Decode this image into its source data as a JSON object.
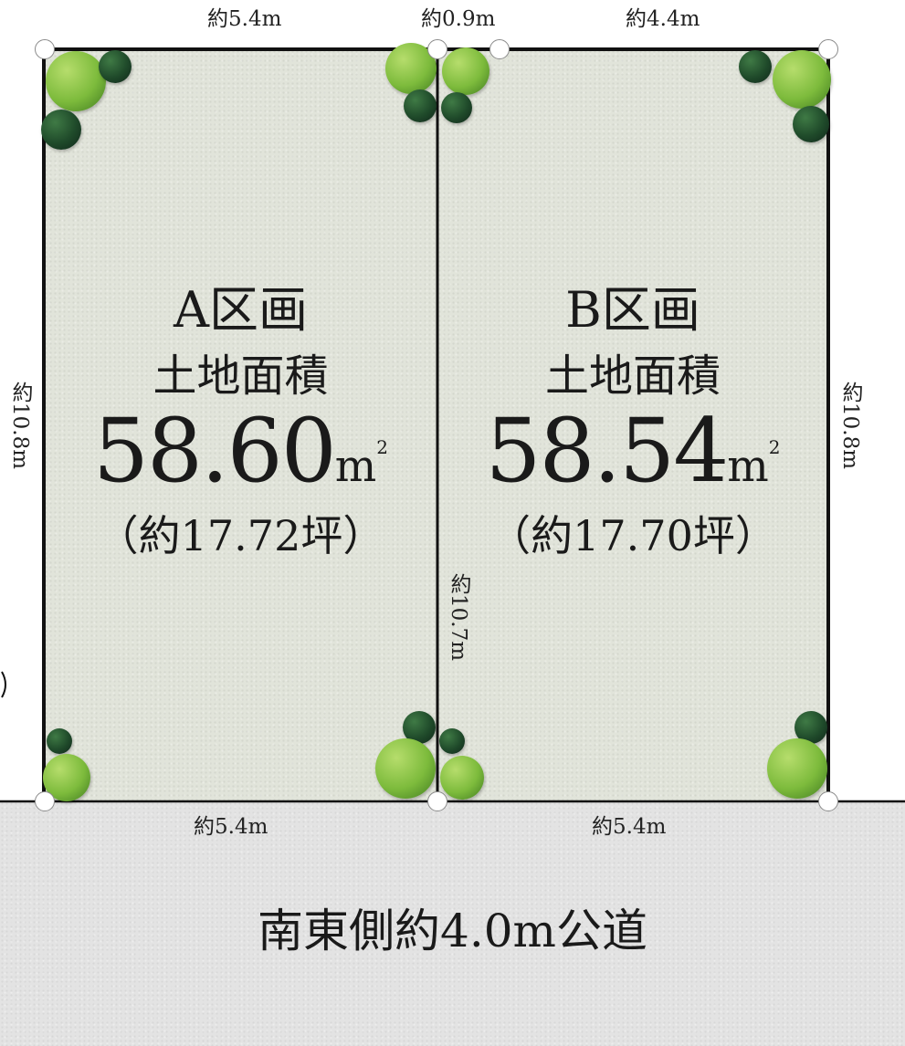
{
  "top_dims": {
    "a_width": "約5.4m",
    "gap": "約0.9m",
    "b_width": "約4.4m"
  },
  "bottom_dims": {
    "a_width": "約5.4m",
    "b_width": "約5.4m"
  },
  "side_dims": {
    "left": "約10.8m",
    "right": "約10.8m",
    "middle": "約10.7m"
  },
  "lot_a": {
    "title": "A区画",
    "area_label": "土地面積",
    "area_value": "58.60",
    "area_unit": "m",
    "area_unit_sup": "2",
    "tsubo": "（約17.72坪）"
  },
  "lot_b": {
    "title": "B区画",
    "area_label": "土地面積",
    "area_value": "58.54",
    "area_unit": "m",
    "area_unit_sup": "2",
    "tsubo": "（約17.70坪）"
  },
  "road": {
    "label": "南東側約4.0m公道"
  },
  "colors": {
    "lot_fill": "#e1e4da",
    "road_fill": "#e3e3e3",
    "boundary": "#111111",
    "tree_light": "#7dbb3c",
    "tree_dark": "#1f4a2a"
  }
}
